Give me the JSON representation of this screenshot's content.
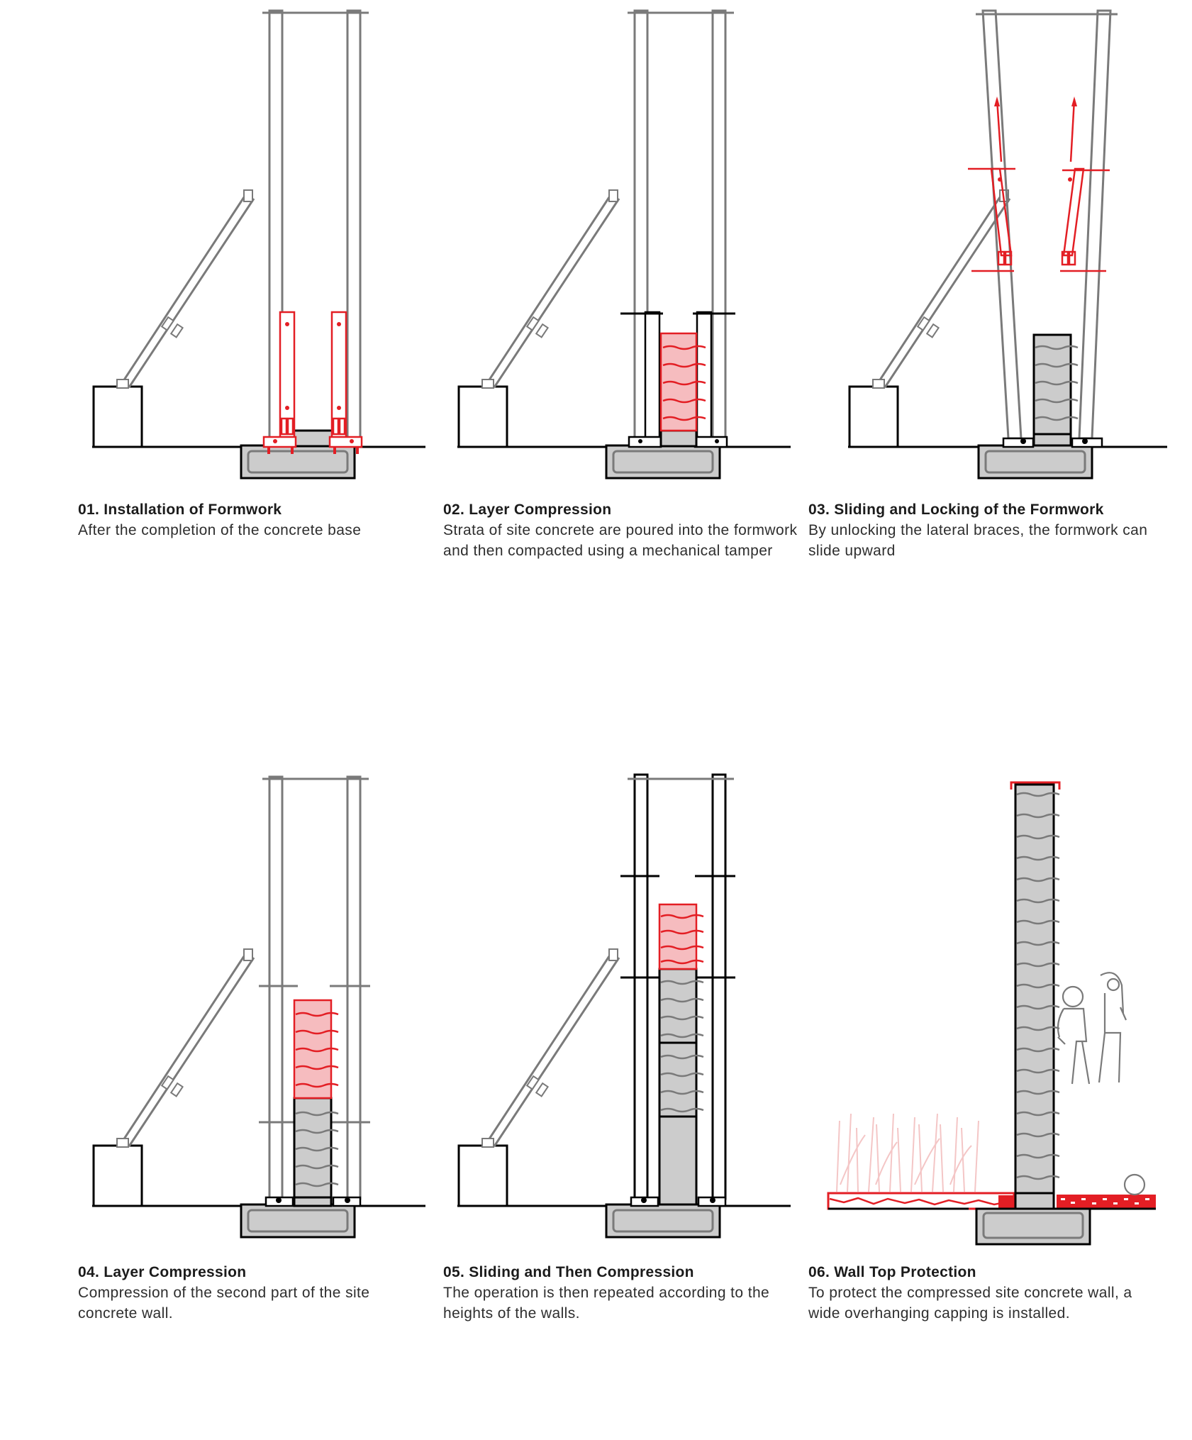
{
  "colors": {
    "accent_red": "#e31e24",
    "fresh_concrete_fill": "#f6bcbf",
    "compacted_concrete_fill": "#cccccc",
    "formwork_gray": "#7a7a7a",
    "outline_black": "#000000",
    "vegetation_pink": "#f4c6c6"
  },
  "steps": [
    {
      "number": "01",
      "title": "01. Installation of Formwork",
      "description": "After the completion of the concrete base"
    },
    {
      "number": "02",
      "title": "02. Layer Compression",
      "description": "Strata of site concrete are poured into the formwork and then compacted using a mechanical tamper"
    },
    {
      "number": "03",
      "title": "03. Sliding and Locking of the Formwork",
      "description": "By unlocking the lateral braces, the formwork can slide upward"
    },
    {
      "number": "04",
      "title": "04. Layer Compression",
      "description": "Compression of the second part of the site concrete wall."
    },
    {
      "number": "05",
      "title": "05. Sliding and Then Compression",
      "description": "The operation is then repeated according to the heights of the walls."
    },
    {
      "number": "06",
      "title": "06. Wall Top Protection",
      "description": "To protect the compressed site concrete wall, a wide overhanging capping is installed."
    }
  ]
}
